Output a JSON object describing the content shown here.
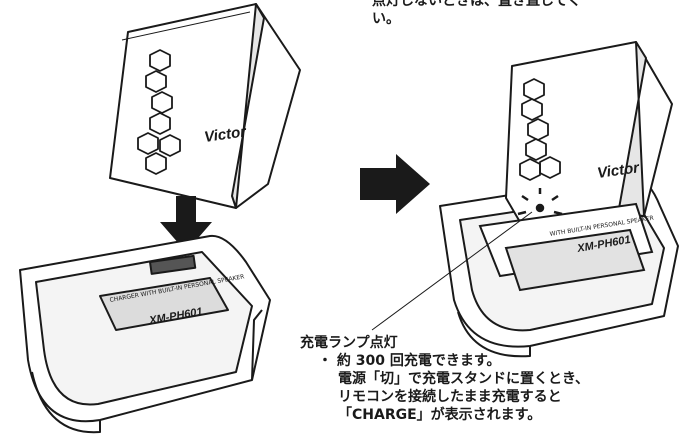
{
  "text": {
    "top_note_line1": "点灯しないときは、置き直してく",
    "top_note_line2": "い。",
    "caption": "充電ランプ点灯",
    "bullet": "・ 約 300 回充電できます。",
    "line2": "電源「切」で充電スタンドに置くとき、",
    "line3": "リモコンを接続したまま充電すると",
    "line4": "「CHARGE」が表示されます。",
    "brand_left": "Victor",
    "brand_right": "Victor",
    "model_left": "XM-PH601",
    "model_right": "XM-PH601",
    "stand_label_left": "CHARGER WITH BUILT-IN PERSONAL SPEAKER",
    "stand_label_right": "WITH BUILT-IN PERSONAL SPEAKER"
  }
}
